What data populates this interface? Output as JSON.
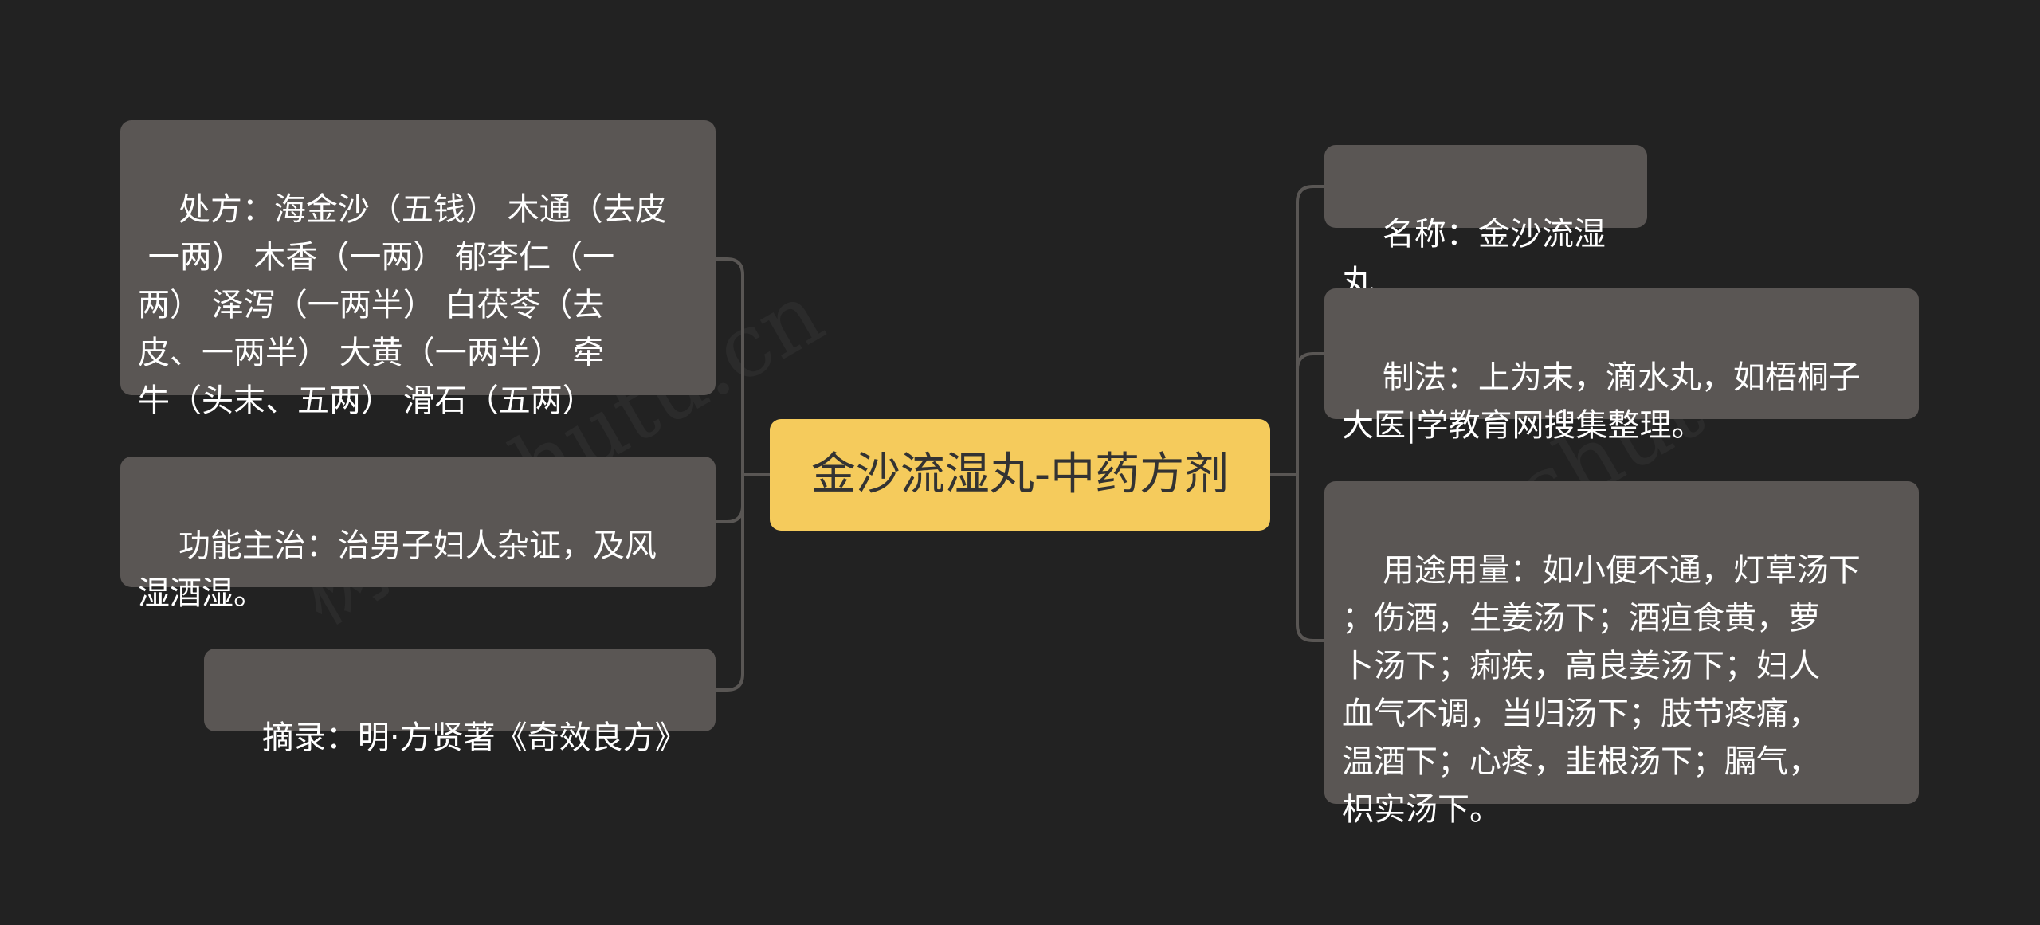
{
  "center": {
    "label": "金沙流湿丸-中药方剂"
  },
  "left_nodes": [
    {
      "label": "处方：海金沙（五钱） 木通（去皮\n 一两） 木香（一两） 郁李仁（一\n两） 泽泻（一两半） 白茯苓（去\n皮、一两半） 大黄（一两半） 牵\n牛（头末、五两） 滑石（五两）"
    },
    {
      "label": "功能主治：治男子妇人杂证，及风\n湿酒湿。"
    },
    {
      "label": "摘录：明·方贤著《奇效良方》"
    }
  ],
  "right_nodes": [
    {
      "label": "名称：金沙流湿丸"
    },
    {
      "label": "制法：上为末，滴水丸，如梧桐子\n大医|学教育网搜集整理。"
    },
    {
      "label": "用途用量：如小便不通，灯草汤下\n；伤酒，生姜汤下；酒疸食黄，萝\n卜汤下；痢疾，高良姜汤下；妇人\n血气不调，当归汤下；肢节疼痛，\n温酒下；心疼，韭根汤下；膈气，\n枳实汤下。"
    }
  ],
  "colors": {
    "background": "#222222",
    "node_fill": "#5a5654",
    "center_fill": "#f5cb5c",
    "connector": "#595654"
  }
}
